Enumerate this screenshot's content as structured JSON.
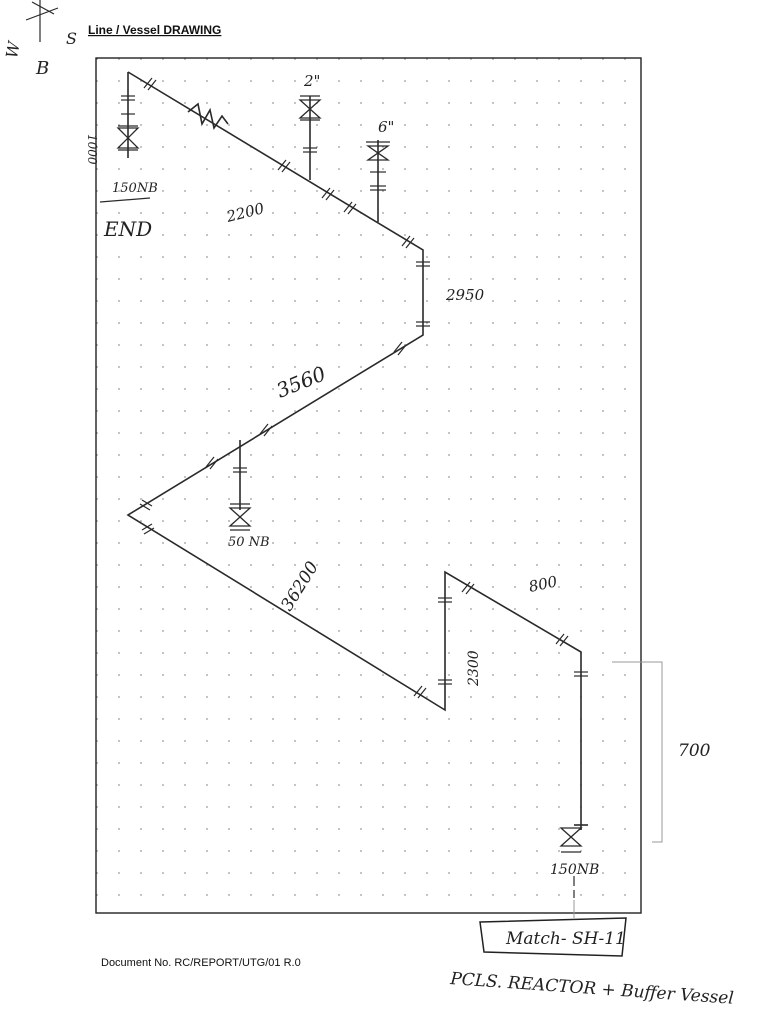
{
  "header": {
    "title": "Line / Vessel DRAWING",
    "compass": {
      "west": "W",
      "south": "S",
      "bottom": "B"
    }
  },
  "drawing": {
    "dimensions": {
      "vertical_end": "1000",
      "run_top": "2200",
      "drop_right": "2950",
      "run_middle": "3560",
      "run_lower": "36200",
      "rise": "2300",
      "run_short": "800",
      "external_height": "700"
    },
    "branches": {
      "two_inch": "2\"",
      "six_inch": "6\""
    },
    "labels": {
      "end_size": "150NB",
      "end": "END",
      "branch_size": "50 NB",
      "start_size": "150NB"
    }
  },
  "footer": {
    "document_no": "Document No. RC/REPORT/UTG/01 R.0",
    "match_tag": "Match- SH-11",
    "vessel_note": "PCLS. REACTOR + Buffer Vessel"
  }
}
